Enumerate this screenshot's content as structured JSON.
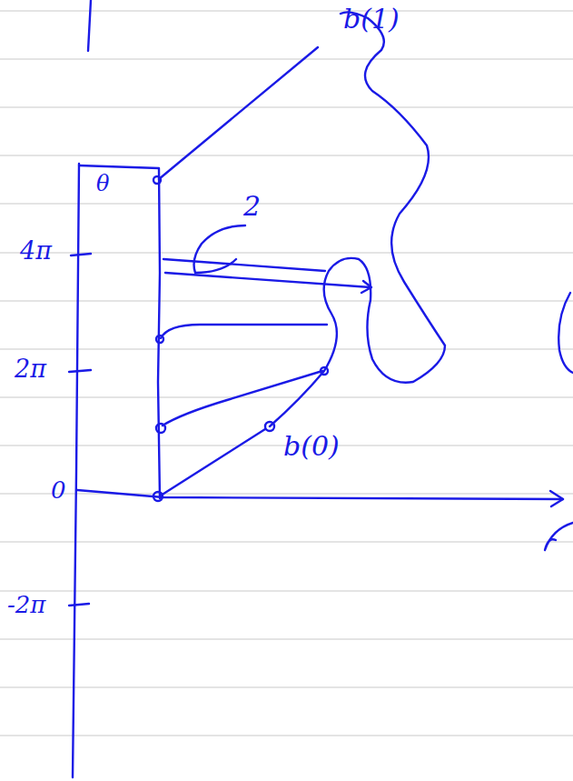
{
  "diagram": {
    "labels": [
      "b(1)",
      "θ",
      "2",
      "4π",
      "2π",
      "0",
      "b(0)",
      "-2π"
    ]
  }
}
